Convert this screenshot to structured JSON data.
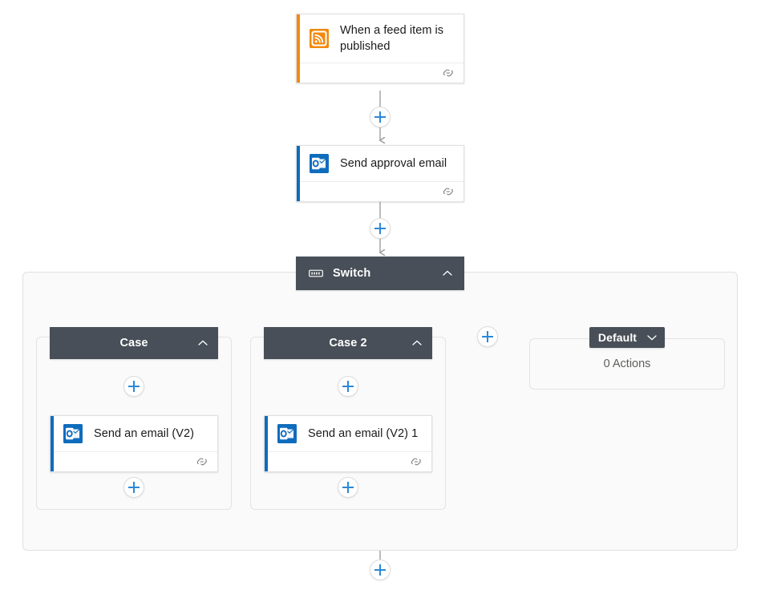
{
  "flow": {
    "trigger": {
      "title": "When a feed item is published",
      "icon": "rss-icon",
      "accent_color": "#f2890d",
      "footer_icon": "connection-icon"
    },
    "actions": [
      {
        "id": "send-approval-email",
        "title": "Send approval email",
        "icon": "outlook-icon",
        "accent_color": "#0f6cbd",
        "footer_icon": "connection-icon"
      }
    ],
    "switch": {
      "label": "Switch",
      "icon": "switch-icon",
      "collapse_chevron": "chevron-up-icon",
      "header_color": "#484f58",
      "cases": [
        {
          "id": "case-1",
          "label": "Case",
          "collapse_chevron": "chevron-up-icon",
          "actions": [
            {
              "id": "send-an-email-v2",
              "title": "Send an email (V2)",
              "icon": "outlook-icon",
              "accent_color": "#0f6cbd",
              "footer_icon": "connection-icon"
            }
          ]
        },
        {
          "id": "case-2",
          "label": "Case 2",
          "collapse_chevron": "chevron-up-icon",
          "actions": [
            {
              "id": "send-an-email-v2-1",
              "title": "Send an email (V2) 1",
              "icon": "outlook-icon",
              "accent_color": "#0f6cbd",
              "footer_icon": "connection-icon"
            }
          ]
        }
      ],
      "default_case": {
        "id": "default-case",
        "label": "Default",
        "expand_chevron": "chevron-down-icon",
        "empty_text": "0 Actions"
      },
      "add_case_button": {
        "label": "+",
        "name": "add-case-button"
      }
    },
    "add_buttons": [
      {
        "id": "add-step-after-trigger",
        "label": "+"
      },
      {
        "id": "add-step-after-send-approval-email",
        "label": "+"
      },
      {
        "id": "add-step-case-1-top",
        "label": "+"
      },
      {
        "id": "add-step-case-1-bottom",
        "label": "+"
      },
      {
        "id": "add-step-case-2-top",
        "label": "+"
      },
      {
        "id": "add-step-case-2-bottom",
        "label": "+"
      },
      {
        "id": "add-step-after-switch",
        "label": "+"
      }
    ],
    "colors": {
      "plus_blue": "#2b88d8",
      "edge_gray": "#a0a0a0",
      "header_dark": "#484f58",
      "canvas_bg": "#ffffff",
      "scope_bg": "#fafafa"
    }
  }
}
